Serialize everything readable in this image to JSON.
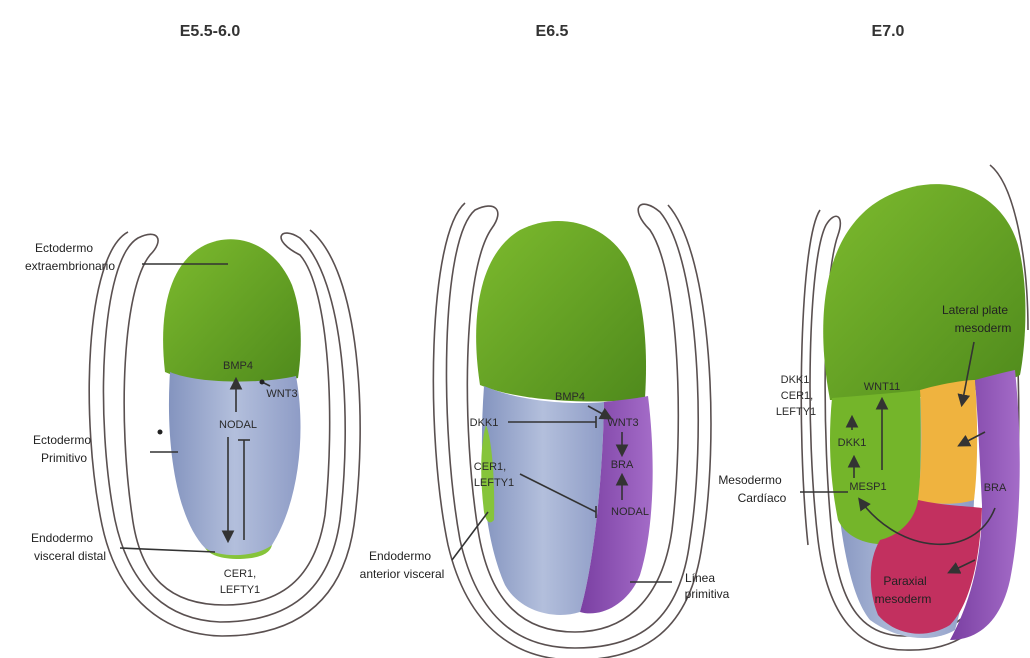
{
  "stages": [
    {
      "title": "E5.5-6.0"
    },
    {
      "title": "E6.5"
    },
    {
      "title": "E7.0"
    }
  ],
  "labels": {
    "ecto_extra_1": "Ectodermo",
    "ecto_extra_2": "extraembrionario",
    "ecto_prim_1": "Ectodermo",
    "ecto_prim_2": "Primitivo",
    "endo_dist_1": "Endodermo",
    "endo_dist_2": "visceral distal",
    "endo_ant_1": "Endodermo",
    "endo_ant_2": "anterior visceral",
    "linea_1": "Línea",
    "linea_2": "primitiva",
    "meso_card_1": "Mesodermo",
    "meso_card_2": "Cardíaco",
    "lat_plate_1": "Lateral plate",
    "lat_plate_2": "mesoderm",
    "paraxial_1": "Paraxial",
    "paraxial_2": "mesoderm"
  },
  "genes": {
    "bmp4": "BMP4",
    "wnt3": "WNT3",
    "nodal": "NODAL",
    "cer1": "CER1,",
    "lefty1": "LEFTY1",
    "dkk1": "DKK1",
    "bra": "BRA",
    "cer1_b": "CER1,",
    "lefty1_b": "LEFTY1",
    "dkk1_c": "DKK1",
    "cer1_c": "CER1,",
    "lefty1_c": "LEFTY1",
    "wnt11": "WNT11",
    "mesp1": "MESP1",
    "dkk1_inner": "DKK1",
    "bra_c": "BRA"
  },
  "colors": {
    "green": "#5f9e22",
    "light_green": "#7fbf2a",
    "blue": "#9aa8cc",
    "purple": "#8a4fb0",
    "orange": "#f0b040",
    "magenta": "#c2305f",
    "outline": "#5a5050"
  }
}
